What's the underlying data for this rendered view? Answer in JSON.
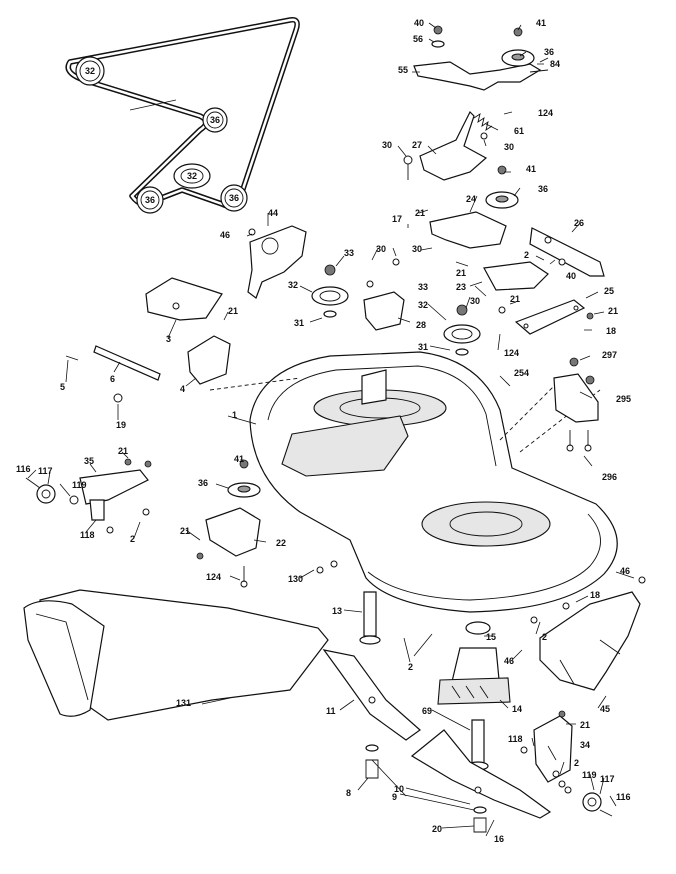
{
  "diagram": {
    "callouts": [
      "40",
      "41",
      "56",
      "36",
      "84",
      "55",
      "124",
      "61",
      "30",
      "27",
      "30",
      "41",
      "36",
      "21",
      "24",
      "26",
      "17",
      "46",
      "44",
      "21",
      "30",
      "30",
      "33",
      "2",
      "21",
      "40",
      "23",
      "32",
      "21",
      "30",
      "33",
      "25",
      "21",
      "3",
      "31",
      "28",
      "32",
      "18",
      "5",
      "6",
      "4",
      "31",
      "124",
      "297",
      "19",
      "254",
      "1",
      "295",
      "116",
      "117",
      "35",
      "21",
      "41",
      "119",
      "118",
      "2",
      "36",
      "296",
      "21",
      "22",
      "124",
      "130",
      "46",
      "18",
      "13",
      "15",
      "2",
      "2",
      "46",
      "131",
      "11",
      "14",
      "45",
      "69",
      "21",
      "118",
      "34",
      "2",
      "8",
      "9",
      "10",
      "119",
      "117",
      "116",
      "20",
      "16"
    ],
    "belt_pulley_labels": [
      "32",
      "36",
      "32",
      "36",
      "36"
    ]
  }
}
